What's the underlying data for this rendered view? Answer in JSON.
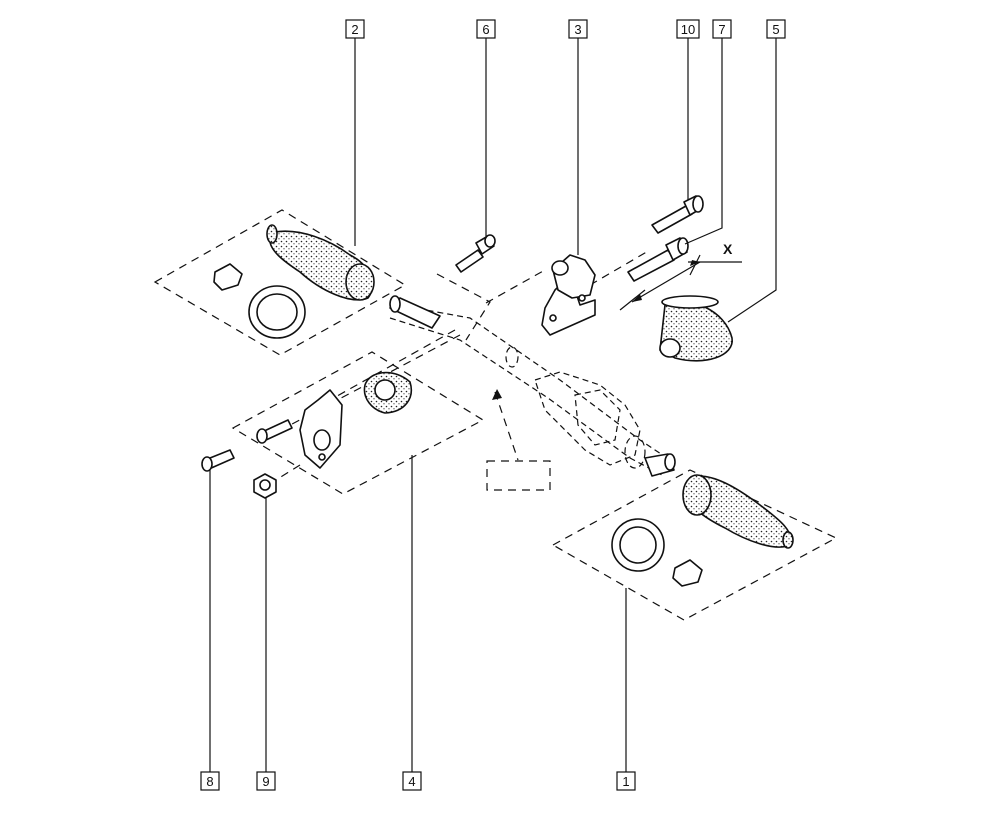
{
  "callouts": {
    "c1": "1",
    "c2": "2",
    "c3": "3",
    "c4": "4",
    "c5": "5",
    "c6": "6",
    "c7": "7",
    "c8": "8",
    "c9": "9",
    "c10": "10"
  },
  "dimension": {
    "x": "X"
  }
}
